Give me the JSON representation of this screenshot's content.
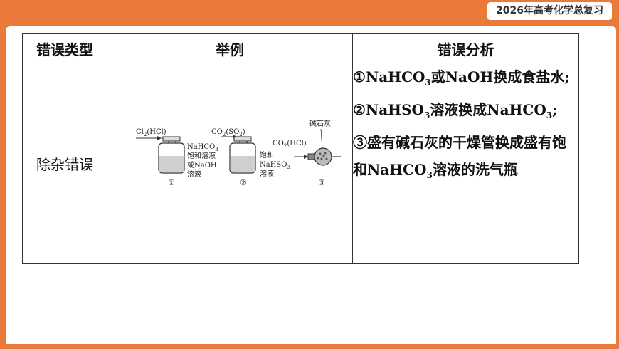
{
  "badge": "2026年高考化学总复习",
  "table": {
    "headers": [
      "错误类型",
      "举例",
      "错误分析"
    ],
    "row": {
      "type": "除杂错误",
      "analysis": {
        "p1_a": "①NaHCO",
        "p1_sub": "3",
        "p1_b": "或NaOH换成食盐水;",
        "p2_a": "②NaHSO",
        "p2_sub": "3",
        "p2_b": "溶液换成NaHCO",
        "p2_sub2": "3",
        "p2_c": ";",
        "p3_a": "③盛有碱石灰的干燥管换成盛有饱和NaHCO",
        "p3_sub": "3",
        "p3_b": "溶液的洗气瓶"
      }
    }
  },
  "diagram": {
    "b1_gas": "Cl",
    "b1_gas_sub": "2",
    "b1_gas_rest": "(HCl)",
    "b1_l1": "NaHCO",
    "b1_l1_sub": "3",
    "b1_l2": "饱和溶液",
    "b1_l3": "或NaOH",
    "b1_l4": "溶液",
    "b1_num": "①",
    "b2_gas": "CO",
    "b2_gas_sub": "2",
    "b2_gas_rest": "(SO",
    "b2_gas_sub2": "2",
    "b2_gas_end": ")",
    "b2_l1": "饱和",
    "b2_l2": "NaHSO",
    "b2_l2_sub": "3",
    "b2_l3": "溶液",
    "b2_num": "②",
    "b3_label": "碱石灰",
    "b3_gas": "CO",
    "b3_gas_sub": "2",
    "b3_gas_rest": "(HCl)",
    "b3_num": "③"
  }
}
